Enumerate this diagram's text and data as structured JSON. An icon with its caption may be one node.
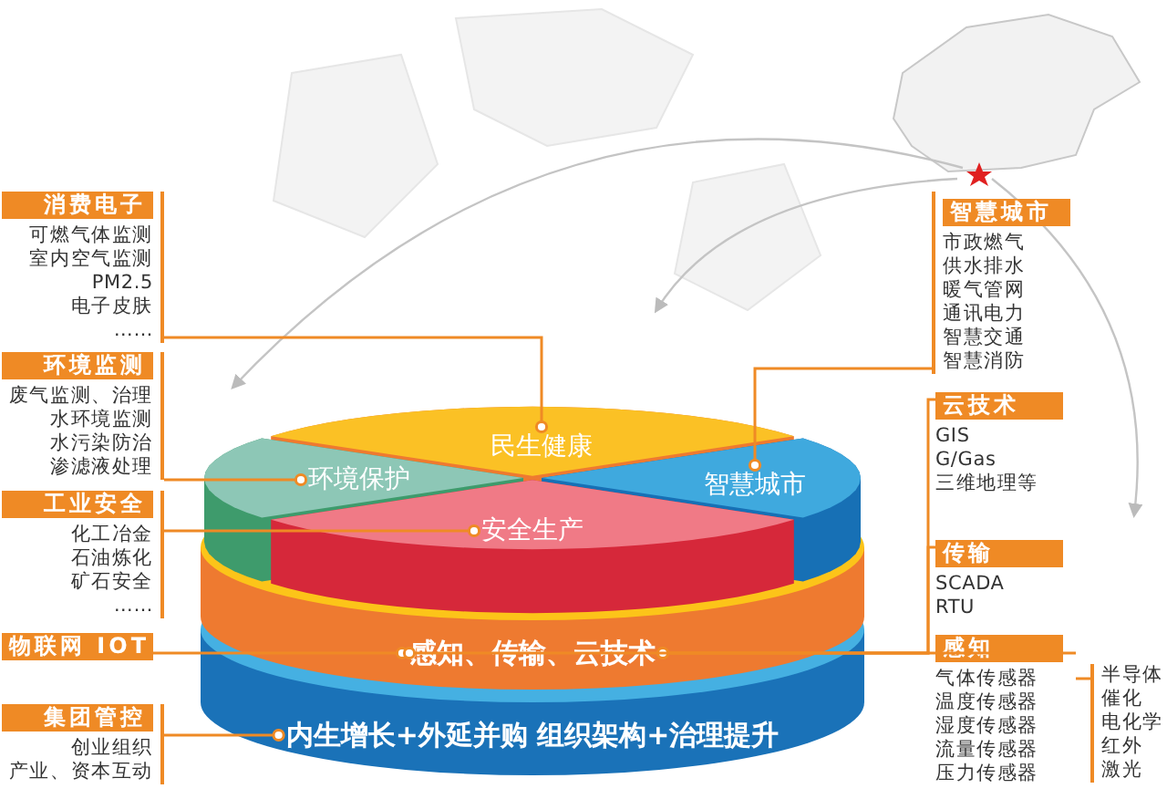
{
  "diagram": {
    "nodes": [
      {
        "text": [
          "消费电子",
          "可燃气体监测",
          "室内空气监测",
          "PM2.5",
          "电子皮肤",
          "……"
        ]
      },
      {
        "text": [
          "环境监测",
          "废气监测、治理",
          "水环境监测",
          "水污染防治",
          "渗滤液处理"
        ]
      },
      {
        "text": [
          "工业安全",
          "化工冶金",
          "石油炼化",
          "矿石安全",
          "……"
        ]
      },
      {
        "text": [
          "物联网 IOT"
        ]
      },
      {
        "text": [
          "集团管控",
          "创业组织",
          "产业、资本互动"
        ]
      },
      {
        "text": [
          "智慧城市",
          "市政燃气",
          "供水排水",
          "暖气管网",
          "通讯电力",
          "智慧交通",
          "智慧消防"
        ]
      },
      {
        "text": [
          "云技术",
          "GIS",
          "G/Gas",
          "三维地理等"
        ]
      },
      {
        "text": [
          "传输",
          "SCADA",
          "RTU"
        ]
      },
      {
        "text": [
          "感知",
          "气体传感器",
          "温度传感器",
          "湿度传感器",
          "流量传感器",
          "压力传感器"
        ]
      },
      {
        "text": [
          "半导体",
          "催化",
          "电化学",
          "红外",
          "激光"
        ]
      },
      {
        "text": [
          "民生健康"
        ]
      },
      {
        "text": [
          "环境保护"
        ]
      },
      {
        "text": [
          "智慧城市"
        ]
      },
      {
        "text": [
          "安全生产"
        ]
      },
      {
        "text": [
          "感知、传输、云技术"
        ]
      },
      {
        "text": [
          "内生增长+外延并购 组织架构+治理提升"
        ]
      }
    ],
    "edges": [
      {
        "from": 0,
        "to": 10,
        "arrow": "other"
      },
      {
        "from": 1,
        "to": 11,
        "arrow": "other"
      },
      {
        "from": 2,
        "to": 13,
        "arrow": "other"
      },
      {
        "from": 3,
        "to": 14,
        "arrow": "other"
      },
      {
        "from": 4,
        "to": 15,
        "arrow": "other"
      },
      {
        "from": 5,
        "to": 12,
        "arrow": "other"
      },
      {
        "from": 6,
        "to": 14,
        "arrow": "other"
      },
      {
        "from": 7,
        "to": 14,
        "arrow": "other"
      },
      {
        "from": 8,
        "to": 14,
        "arrow": "other"
      },
      {
        "from": 8,
        "to": 9,
        "arrow": "none"
      }
    ]
  }
}
